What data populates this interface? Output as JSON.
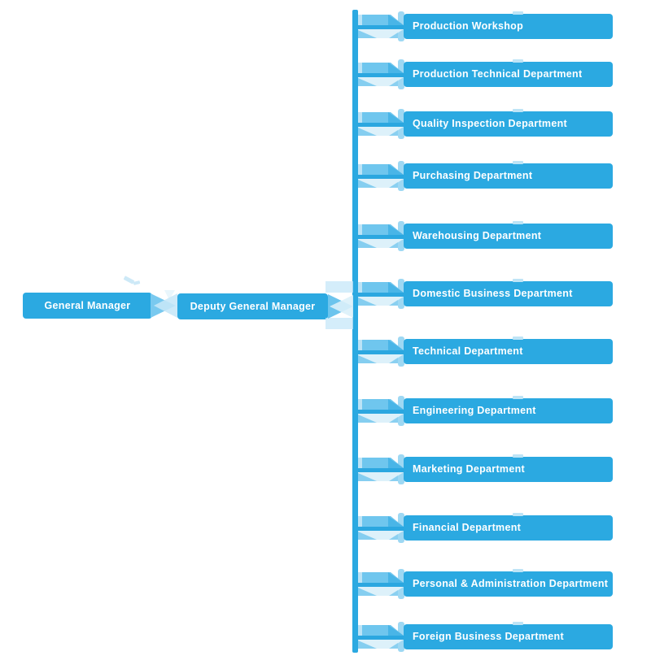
{
  "diagram": {
    "type": "org-chart",
    "nodes": {
      "general_manager": {
        "label": "General Manager"
      },
      "deputy_general_manager": {
        "label": "Deputy General Manager"
      }
    },
    "departments": [
      {
        "label": "Production Workshop"
      },
      {
        "label": "Production Technical Department"
      },
      {
        "label": "Quality Inspection Department"
      },
      {
        "label": "Purchasing Department"
      },
      {
        "label": "Warehousing Department"
      },
      {
        "label": "Domestic Business Department"
      },
      {
        "label": "Technical Department"
      },
      {
        "label": "Engineering Department"
      },
      {
        "label": "Marketing Department"
      },
      {
        "label": "Financial Department"
      },
      {
        "label": "Personal & Administration Department"
      },
      {
        "label": "Foreign Business Department"
      }
    ],
    "colors": {
      "primary_blue": "#2BA9E1",
      "connector_medium_blue": "#6FC6EE",
      "connector_pale_blue": "#DDF1FA",
      "tab_light_blue": "#85CEF0",
      "highlight_blue": "#C9E8F7",
      "text": "#FFFFFF",
      "background": "#FFFFFF"
    }
  }
}
